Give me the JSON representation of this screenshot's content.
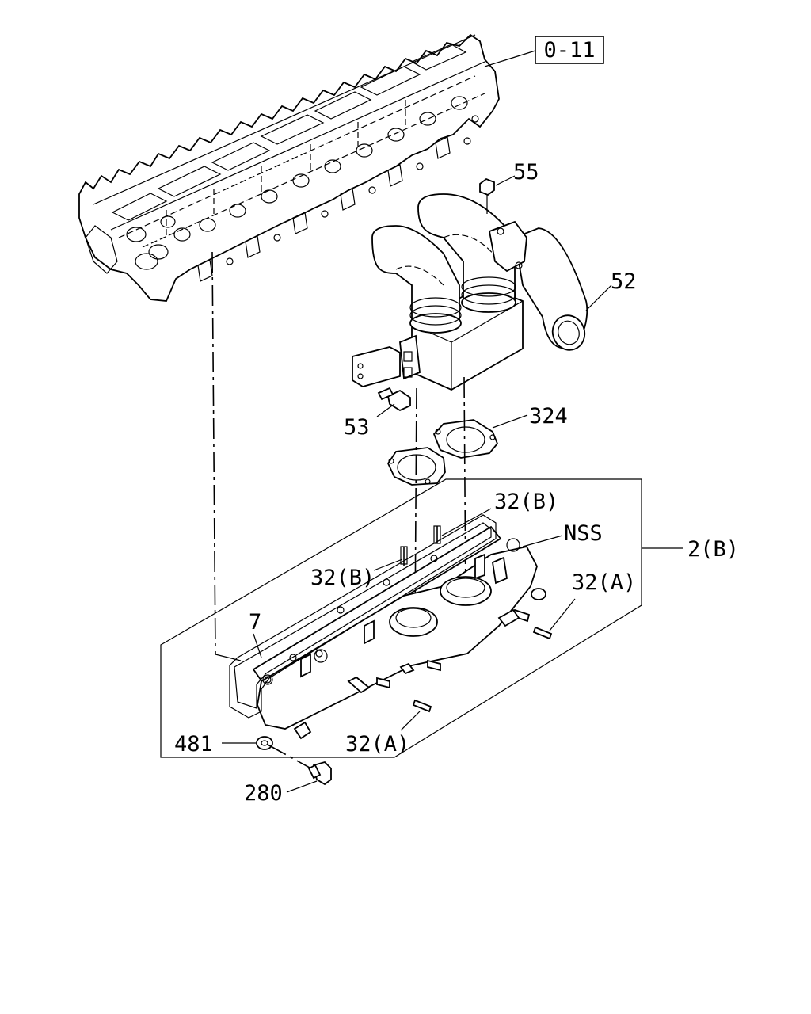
{
  "diagram": {
    "labels": {
      "ref_0_11": "0-11",
      "p55": "55",
      "p52": "52",
      "p53": "53",
      "p324": "324",
      "p32b_top": "32(B)",
      "pNSS": "NSS",
      "p2b": "2(B)",
      "p32b_left": "32(B)",
      "p32a_right": "32(A)",
      "p7": "7",
      "p481": "481",
      "p32a_bottom": "32(A)",
      "p280": "280"
    }
  }
}
